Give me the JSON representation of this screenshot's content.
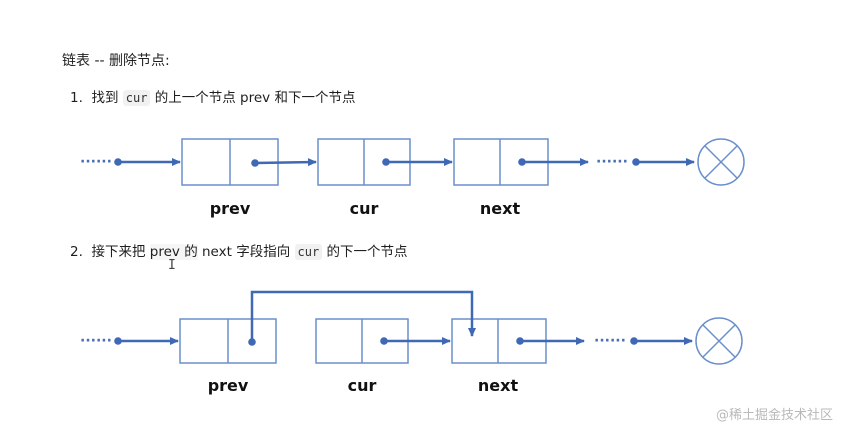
{
  "heading": "链表 -- 删除节点:",
  "step1": {
    "num": "1.",
    "pre": "找到",
    "code": "cur",
    "post": "的上一个节点 prev 和下一个节点"
  },
  "step2": {
    "num": "2.",
    "pre": "接下来把",
    "mid1": "prev 的",
    "mid2": "next 字段指向",
    "code": "cur",
    "post": "的下一个节点"
  },
  "diagram1": {
    "dots_left": "······",
    "dots_right": "······",
    "labels": [
      "prev",
      "cur",
      "next"
    ]
  },
  "diagram2": {
    "dots_left": "······",
    "dots_right": "······",
    "labels": [
      "prev",
      "cur",
      "next"
    ]
  },
  "colors": {
    "accent": "#3f68b5",
    "box_stroke": "#6a8fcc"
  },
  "watermark": "@稀土掘金技术社区"
}
